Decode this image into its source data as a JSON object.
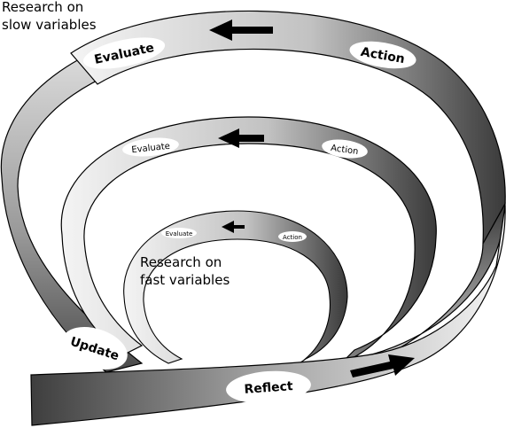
{
  "captions": {
    "slow": [
      "Research on",
      "slow variables"
    ],
    "fast": [
      "Research on",
      "fast variables"
    ]
  },
  "loops": {
    "outer": {
      "evaluate": "Evaluate",
      "action": "Action"
    },
    "middle": {
      "evaluate": "Evaluate",
      "action": "Action"
    },
    "inner": {
      "evaluate": "Evaluate",
      "action": "Action"
    }
  },
  "base": {
    "update": "Update",
    "reflect": "Reflect"
  },
  "colors": {
    "ribbon_light": "#f2f2f2",
    "ribbon_dark": "#3c3c3c",
    "outline": "#000000"
  }
}
